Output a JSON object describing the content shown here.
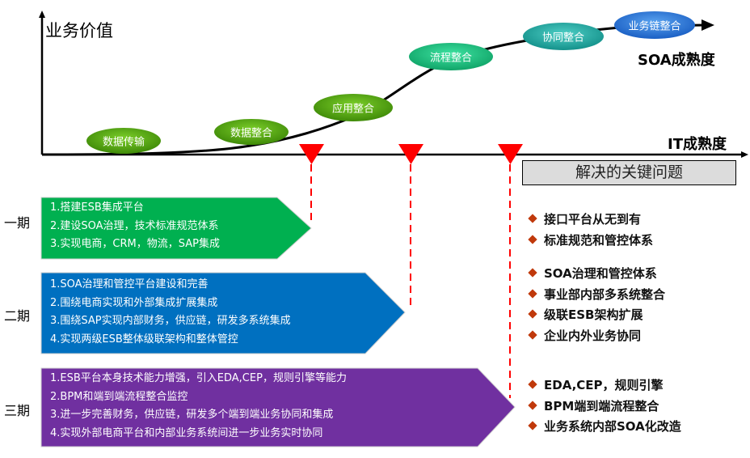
{
  "axes": {
    "y_label": "业务价值",
    "x_label": "IT成熟度",
    "curve_label": "SOA成熟度"
  },
  "stages": [
    {
      "label": "数据传输",
      "color": "#4a9a0e"
    },
    {
      "label": "数据整合",
      "color": "#4a9a0e"
    },
    {
      "label": "应用整合",
      "color": "#4a9a0e"
    },
    {
      "label": "流程整合",
      "color": "#1fbf7e"
    },
    {
      "label": "协同整合",
      "color": "#1fa7a0"
    },
    {
      "label": "业务链整合",
      "color": "#2a73d6"
    }
  ],
  "milestone_color": "#ff0000",
  "phases": [
    {
      "label": "一期",
      "color": "#00b050",
      "items": [
        "1.搭建ESB集成平台",
        "2.建设SOA治理，技术标准规范体系",
        "3.实现电商，CRM，物流，SAP集成"
      ]
    },
    {
      "label": "二期",
      "color": "#0070c0",
      "items": [
        "1.SOA治理和管控平台建设和完善",
        "2.围绕电商实现和外部集成扩展集成",
        "3.围绕SAP实现内部财务，供应链，研发多系统集成",
        "4.实现两级ESB整体级联架构和整体管控"
      ]
    },
    {
      "label": "三期",
      "color": "#7030a0",
      "items": [
        "1.ESB平台本身技术能力增强，引入EDA,CEP，规则引擎等能力",
        "2.BPM和端到端流程整合监控",
        "3.进一步完善财务，供应链，研发多个端到端业务协同和集成",
        "4.实现外部电商平台和内部业务系统间进一步业务实时协同"
      ]
    }
  ],
  "key_problems": {
    "title": "解决的关键问题",
    "groups": [
      [
        "接口平台从无到有",
        "标准规范和管控体系"
      ],
      [
        "SOA治理和管控体系",
        "事业部内部多系统整合",
        "级联ESB架构扩展",
        "企业内外业务协同"
      ],
      [
        "EDA,CEP，规则引擎",
        "BPM端到端流程整合",
        "业务系统内部SOA化改造"
      ]
    ]
  }
}
